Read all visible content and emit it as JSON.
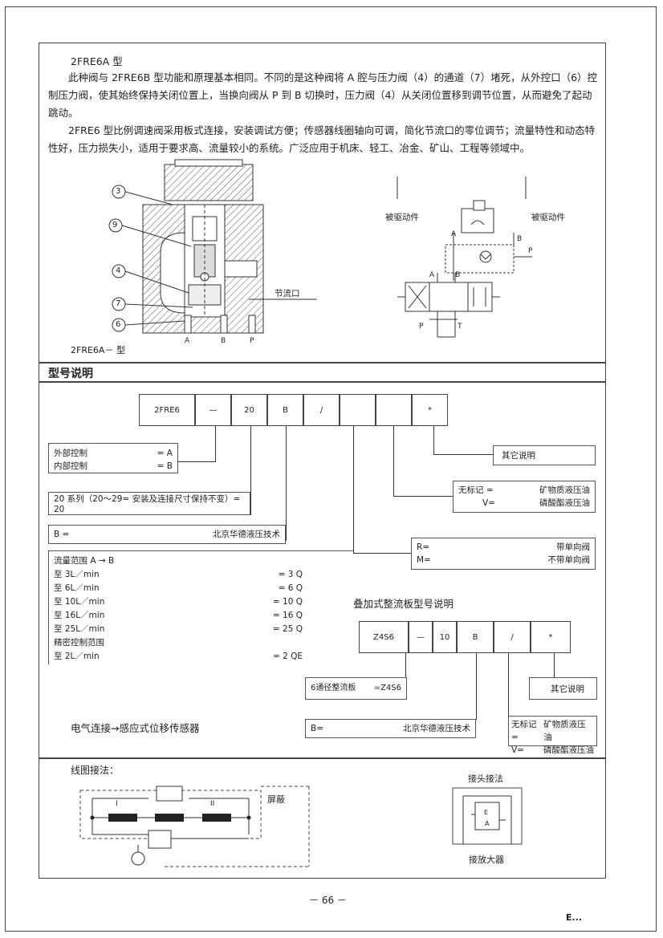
{
  "intro": {
    "title": "2FRE6A 型",
    "para1": "此种阀与 2FRE6B 型功能和原理基本相同。不同的是这种阀将 A 腔与压力阀（4）的通道（7）堵死，从外控口（6）控制压力阀，使其始终保持关闭位置上，当换向阀从 P 到 B 切换时，压力阀（4）从关闭位置移到调节位置，从而避免了起动跳动。",
    "para2": "2FRE6 型比例调速阀采用板式连接，安装调试方便；传感器线圈轴向可调，简化节流口的零位调节；流量特性和动态特性好，压力损失小，适用于要求高、流量较小的系统。广泛应用于机床、轻工、冶金、矿山、工程等领域中。"
  },
  "section_diagram": {
    "callouts": [
      "3",
      "9",
      "4",
      "7",
      "6"
    ],
    "throttle_label": "节流口",
    "ports": [
      "A",
      "B",
      "P"
    ],
    "caption": "2FRE6A－ 型",
    "schematic": {
      "left_label": "被驱动件",
      "right_label": "被驱动件",
      "ports_top": [
        "A",
        "B"
      ],
      "port_p_right": "P",
      "ports_mid": [
        "A",
        "B"
      ],
      "ports_bottom": [
        "P",
        "T"
      ]
    }
  },
  "model": {
    "heading": "型号说明",
    "code_cells": [
      "2FRE6",
      "—",
      "20",
      "B",
      "/",
      "",
      "",
      "",
      "*"
    ],
    "control": {
      "external": "外部控制",
      "external_val": "= A",
      "internal": "内部控制",
      "internal_val": "= B"
    },
    "series": "20 系列（20～29= 安装及连接尺寸保持不变）= 20",
    "maker": {
      "key": "B =",
      "value": "北京华德液压技术"
    },
    "flow": {
      "title": "流量范围 A → B",
      "rows": [
        {
          "k": "至  3L／min",
          "v": "= 3  Q"
        },
        {
          "k": "至  6L／min",
          "v": "= 6  Q"
        },
        {
          "k": "至 10L／min",
          "v": "= 10  Q"
        },
        {
          "k": "至 16L／min",
          "v": "= 16  Q"
        },
        {
          "k": "至 25L／min",
          "v": "= 25  Q"
        }
      ],
      "precise_title": "精密控制范围",
      "precise_row": {
        "k": "至  2L／min",
        "v": "= 2  QE"
      }
    },
    "other": "其它说明",
    "oil": [
      {
        "k": "无标记 =",
        "v": "矿物质液压油"
      },
      {
        "k": "V=",
        "v": "磷酸酯液压油"
      }
    ],
    "check": [
      {
        "k": "R=",
        "v": "带单向阀"
      },
      {
        "k": "M=",
        "v": "不带单向阀"
      }
    ],
    "electrical": "电气连接→感应式位移传感器"
  },
  "plate": {
    "heading": "叠加式整流板型号说明",
    "cells": [
      "Z4S6",
      "—",
      "10",
      "B",
      "/",
      "*"
    ],
    "plate6": {
      "k": "6通径整流板",
      "v": "=Z4S6"
    },
    "maker": {
      "k": "B=",
      "v": "北京华德液压技术"
    },
    "other": "其它说明",
    "oil": [
      {
        "k": "无标记=",
        "v": "矿物质液压油"
      },
      {
        "k": "V=",
        "v": "磷酸酯液压油"
      }
    ]
  },
  "wiring": {
    "title": "线图接法：",
    "shield": "屏蔽",
    "coil_labels": [
      "I",
      "II"
    ],
    "connector_title": "接头接法",
    "connector_amp": "接放大器",
    "connector_pins": [
      "E",
      "A"
    ]
  },
  "footer": {
    "page": "－ 66 －",
    "logo": "E..."
  }
}
